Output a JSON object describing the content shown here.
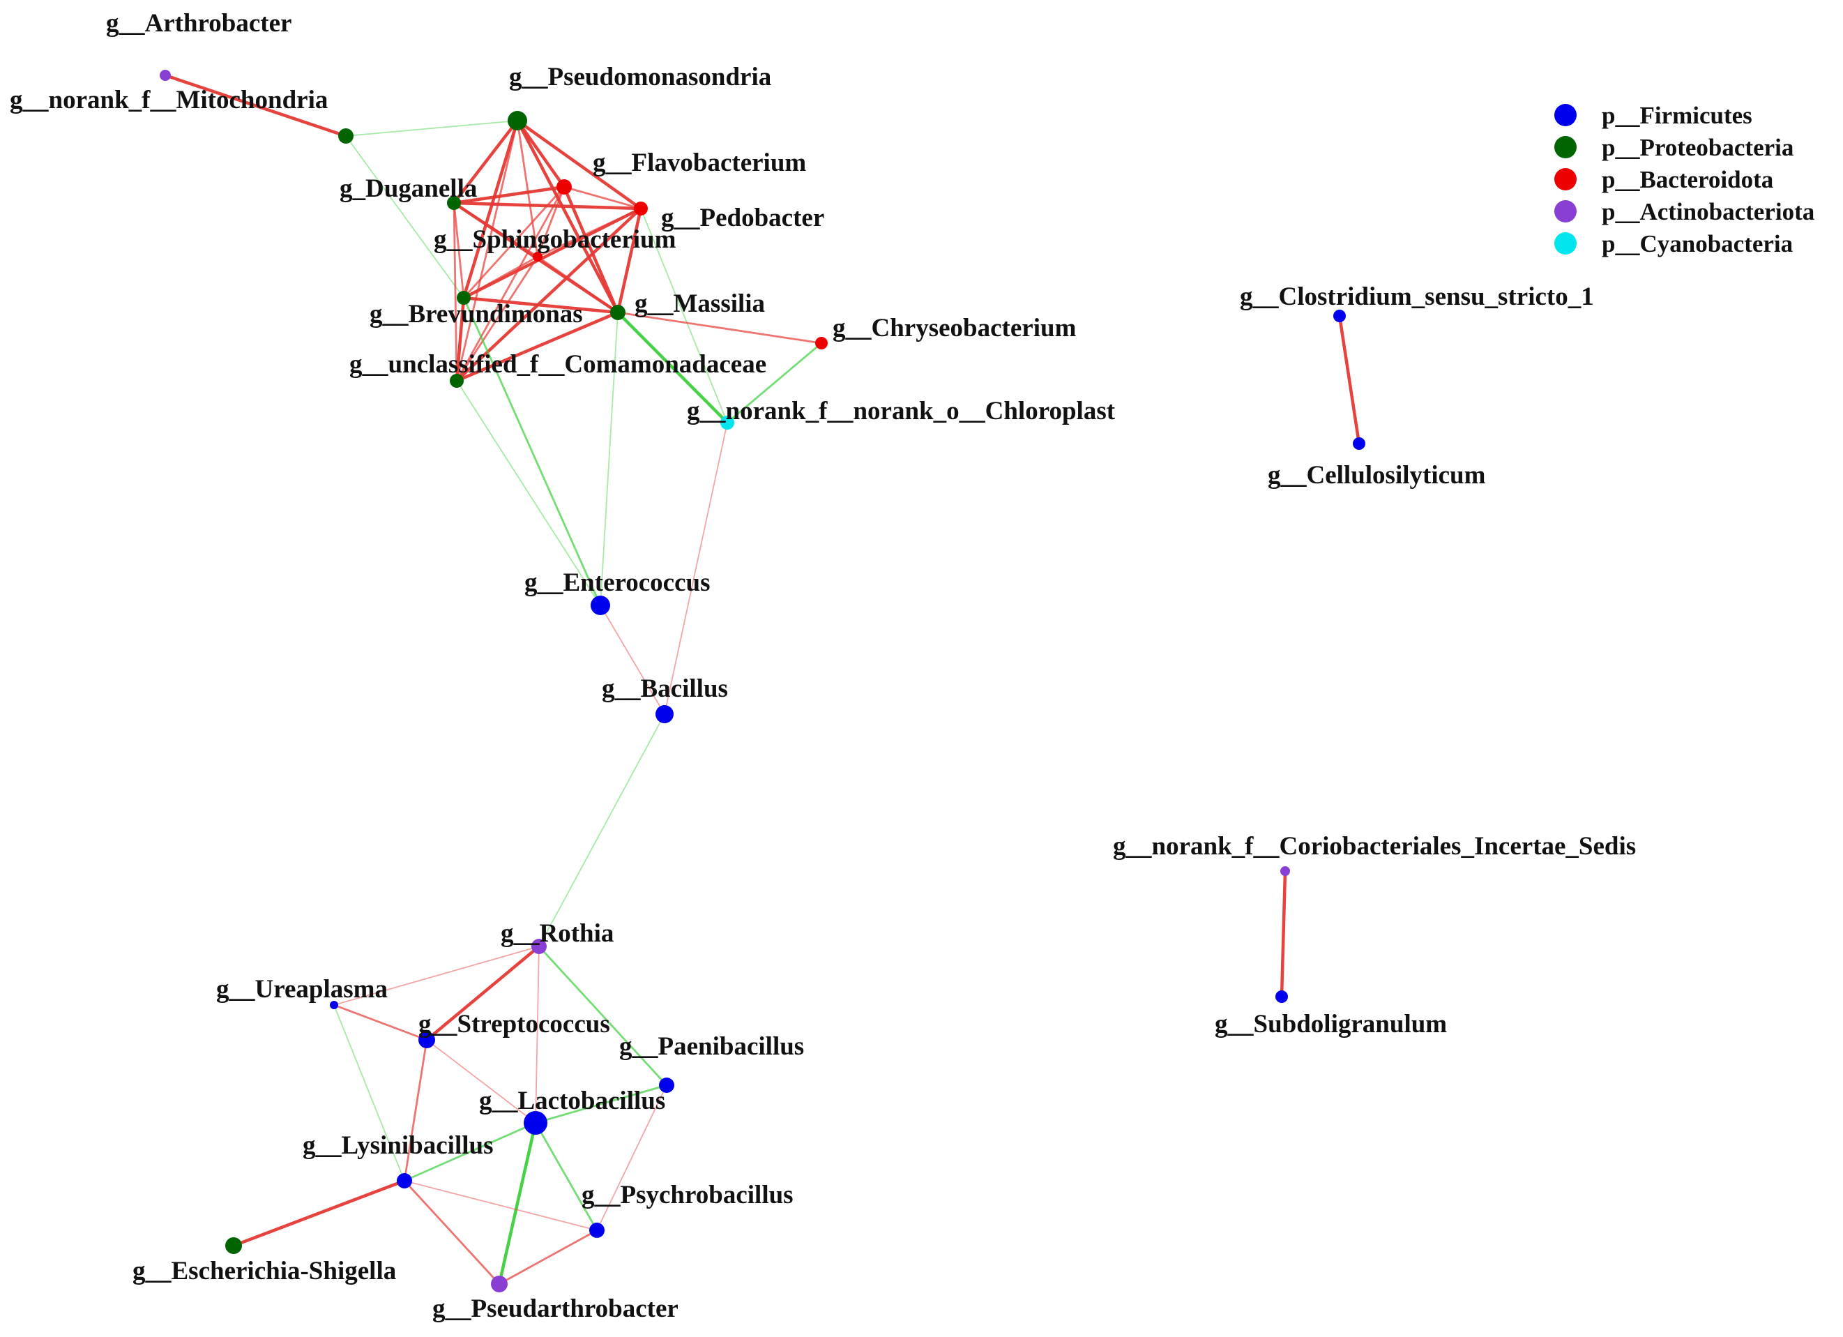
{
  "phylum_colors": {
    "p__Firmicutes": "#0000ee",
    "p__Proteobacteria": "#006400",
    "p__Bacteroidota": "#ee0000",
    "p__Actinobacteriota": "#8a3fd4",
    "p__Cyanobacteria": "#00e5ee"
  },
  "edge_colors": {
    "positive": "#e53935",
    "negative": "#3ccf3c"
  },
  "legend": [
    {
      "label": "p__Firmicutes",
      "phylum": "p__Firmicutes"
    },
    {
      "label": "p__Proteobacteria",
      "phylum": "p__Proteobacteria"
    },
    {
      "label": "p__Bacteroidota",
      "phylum": "p__Bacteroidota"
    },
    {
      "label": "p__Actinobacteriota",
      "phylum": "p__Actinobacteriota"
    },
    {
      "label": "p__Cyanobacteria",
      "phylum": "p__Cyanobacteria"
    }
  ],
  "nodes": [
    {
      "id": "arthro",
      "label": "g__Arthrobacter",
      "phylum": "p__Actinobacteriota"
    },
    {
      "id": "mito",
      "label": "g__norank_f__Mitochondria",
      "phylum": "p__Proteobacteria"
    },
    {
      "id": "pseudo",
      "label": "g__Pseudomonasondria",
      "phylum": "p__Proteobacteria"
    },
    {
      "id": "flavo",
      "label": "g__Flavobacterium",
      "phylum": "p__Bacteroidota"
    },
    {
      "id": "dugan",
      "label": "g_Duganella",
      "phylum": "p__Proteobacteria"
    },
    {
      "id": "pedo",
      "label": "g__Pedobacter",
      "phylum": "p__Bacteroidota"
    },
    {
      "id": "sphingo",
      "label": "g__Sphingobacterium",
      "phylum": "p__Bacteroidota"
    },
    {
      "id": "brevun",
      "label": "g__Brevundimonas",
      "phylum": "p__Proteobacteria"
    },
    {
      "id": "massil",
      "label": "g__Massilia",
      "phylum": "p__Proteobacteria"
    },
    {
      "id": "chryseo",
      "label": "g__Chryseobacterium",
      "phylum": "p__Bacteroidota"
    },
    {
      "id": "comam",
      "label": "g__unclassified_f__Comamonadaceae",
      "phylum": "p__Proteobacteria"
    },
    {
      "id": "chloro",
      "label": "g__norank_f__norank_o__Chloroplast",
      "phylum": "p__Cyanobacteria"
    },
    {
      "id": "entero",
      "label": "g__Enterococcus",
      "phylum": "p__Firmicutes"
    },
    {
      "id": "bacil",
      "label": "g__Bacillus",
      "phylum": "p__Firmicutes"
    },
    {
      "id": "clostr",
      "label": "g__Clostridium_sensu_stricto_1",
      "phylum": "p__Firmicutes"
    },
    {
      "id": "cellu",
      "label": "g__Cellulosilyticum",
      "phylum": "p__Firmicutes"
    },
    {
      "id": "corio",
      "label": "g__norank_f__Coriobacteriales_Incertae_Sedis",
      "phylum": "p__Actinobacteriota"
    },
    {
      "id": "subdo",
      "label": "g__Subdoligranulum",
      "phylum": "p__Firmicutes"
    },
    {
      "id": "rothia",
      "label": "g__Rothia",
      "phylum": "p__Actinobacteriota"
    },
    {
      "id": "urea",
      "label": "g__Ureaplasma",
      "phylum": "p__Firmicutes"
    },
    {
      "id": "strep",
      "label": "g__Streptococcus",
      "phylum": "p__Firmicutes"
    },
    {
      "id": "paeni",
      "label": "g__Paenibacillus",
      "phylum": "p__Firmicutes"
    },
    {
      "id": "lacto",
      "label": "g__Lactobacillus",
      "phylum": "p__Firmicutes"
    },
    {
      "id": "lysin",
      "label": "g__Lysinibacillus",
      "phylum": "p__Firmicutes"
    },
    {
      "id": "psychro",
      "label": "g__Psychrobacillus",
      "phylum": "p__Firmicutes"
    },
    {
      "id": "escher",
      "label": "g__Escherichia-Shigella",
      "phylum": "p__Proteobacteria"
    },
    {
      "id": "pseudar",
      "label": "g__Pseudarthrobacter",
      "phylum": "p__Actinobacteriota"
    }
  ],
  "edges": [
    {
      "source": "arthro",
      "target": "mito",
      "sign": "positive",
      "strength": "strong"
    },
    {
      "source": "mito",
      "target": "pseudo",
      "sign": "negative",
      "strength": "weak"
    },
    {
      "source": "mito",
      "target": "brevun",
      "sign": "negative",
      "strength": "weak"
    },
    {
      "source": "pseudo",
      "target": "flavo",
      "sign": "positive",
      "strength": "strong"
    },
    {
      "source": "pseudo",
      "target": "dugan",
      "sign": "positive",
      "strength": "strong"
    },
    {
      "source": "pseudo",
      "target": "pedo",
      "sign": "positive",
      "strength": "strong"
    },
    {
      "source": "pseudo",
      "target": "sphingo",
      "sign": "positive",
      "strength": "medium"
    },
    {
      "source": "pseudo",
      "target": "brevun",
      "sign": "positive",
      "strength": "strong"
    },
    {
      "source": "pseudo",
      "target": "massil",
      "sign": "positive",
      "strength": "strong"
    },
    {
      "source": "pseudo",
      "target": "comam",
      "sign": "positive",
      "strength": "medium"
    },
    {
      "source": "dugan",
      "target": "flavo",
      "sign": "positive",
      "strength": "strong"
    },
    {
      "source": "dugan",
      "target": "pedo",
      "sign": "positive",
      "strength": "strong"
    },
    {
      "source": "dugan",
      "target": "sphingo",
      "sign": "positive",
      "strength": "medium"
    },
    {
      "source": "dugan",
      "target": "brevun",
      "sign": "positive",
      "strength": "medium"
    },
    {
      "source": "dugan",
      "target": "massil",
      "sign": "positive",
      "strength": "strong"
    },
    {
      "source": "dugan",
      "target": "comam",
      "sign": "positive",
      "strength": "medium"
    },
    {
      "source": "flavo",
      "target": "pedo",
      "sign": "positive",
      "strength": "medium"
    },
    {
      "source": "flavo",
      "target": "sphingo",
      "sign": "positive",
      "strength": "medium"
    },
    {
      "source": "flavo",
      "target": "brevun",
      "sign": "positive",
      "strength": "medium"
    },
    {
      "source": "flavo",
      "target": "massil",
      "sign": "positive",
      "strength": "strong"
    },
    {
      "source": "flavo",
      "target": "comam",
      "sign": "positive",
      "strength": "medium"
    },
    {
      "source": "pedo",
      "target": "sphingo",
      "sign": "positive",
      "strength": "medium"
    },
    {
      "source": "pedo",
      "target": "brevun",
      "sign": "positive",
      "strength": "strong"
    },
    {
      "source": "pedo",
      "target": "massil",
      "sign": "positive",
      "strength": "strong"
    },
    {
      "source": "pedo",
      "target": "comam",
      "sign": "positive",
      "strength": "strong"
    },
    {
      "source": "pedo",
      "target": "chloro",
      "sign": "negative",
      "strength": "weak"
    },
    {
      "source": "sphingo",
      "target": "brevun",
      "sign": "positive",
      "strength": "medium"
    },
    {
      "source": "sphingo",
      "target": "massil",
      "sign": "positive",
      "strength": "medium"
    },
    {
      "source": "sphingo",
      "target": "comam",
      "sign": "positive",
      "strength": "medium"
    },
    {
      "source": "brevun",
      "target": "massil",
      "sign": "positive",
      "strength": "strong"
    },
    {
      "source": "brevun",
      "target": "comam",
      "sign": "positive",
      "strength": "strong"
    },
    {
      "source": "brevun",
      "target": "entero",
      "sign": "negative",
      "strength": "medium"
    },
    {
      "source": "massil",
      "target": "comam",
      "sign": "positive",
      "strength": "strong"
    },
    {
      "source": "massil",
      "target": "chryseo",
      "sign": "positive",
      "strength": "medium"
    },
    {
      "source": "massil",
      "target": "chloro",
      "sign": "negative",
      "strength": "strong"
    },
    {
      "source": "massil",
      "target": "entero",
      "sign": "negative",
      "strength": "weak"
    },
    {
      "source": "comam",
      "target": "entero",
      "sign": "negative",
      "strength": "weak"
    },
    {
      "source": "chryseo",
      "target": "chloro",
      "sign": "negative",
      "strength": "medium"
    },
    {
      "source": "chloro",
      "target": "bacil",
      "sign": "positive",
      "strength": "weak"
    },
    {
      "source": "entero",
      "target": "bacil",
      "sign": "positive",
      "strength": "weak"
    },
    {
      "source": "bacil",
      "target": "rothia",
      "sign": "negative",
      "strength": "weak"
    },
    {
      "source": "clostr",
      "target": "cellu",
      "sign": "positive",
      "strength": "strong"
    },
    {
      "source": "corio",
      "target": "subdo",
      "sign": "positive",
      "strength": "strong"
    },
    {
      "source": "rothia",
      "target": "urea",
      "sign": "positive",
      "strength": "weak"
    },
    {
      "source": "rothia",
      "target": "strep",
      "sign": "positive",
      "strength": "strong"
    },
    {
      "source": "rothia",
      "target": "paeni",
      "sign": "negative",
      "strength": "medium"
    },
    {
      "source": "rothia",
      "target": "lacto",
      "sign": "positive",
      "strength": "weak"
    },
    {
      "source": "urea",
      "target": "strep",
      "sign": "positive",
      "strength": "medium"
    },
    {
      "source": "urea",
      "target": "lysin",
      "sign": "negative",
      "strength": "weak"
    },
    {
      "source": "strep",
      "target": "lacto",
      "sign": "positive",
      "strength": "weak"
    },
    {
      "source": "strep",
      "target": "lysin",
      "sign": "positive",
      "strength": "medium"
    },
    {
      "source": "paeni",
      "target": "lacto",
      "sign": "negative",
      "strength": "medium"
    },
    {
      "source": "paeni",
      "target": "psychro",
      "sign": "positive",
      "strength": "weak"
    },
    {
      "source": "lacto",
      "target": "lysin",
      "sign": "negative",
      "strength": "medium"
    },
    {
      "source": "lacto",
      "target": "psychro",
      "sign": "negative",
      "strength": "medium"
    },
    {
      "source": "lacto",
      "target": "pseudar",
      "sign": "negative",
      "strength": "strong"
    },
    {
      "source": "lysin",
      "target": "escher",
      "sign": "positive",
      "strength": "strong"
    },
    {
      "source": "lysin",
      "target": "psychro",
      "sign": "positive",
      "strength": "weak"
    },
    {
      "source": "lysin",
      "target": "pseudar",
      "sign": "positive",
      "strength": "medium"
    },
    {
      "source": "pseudar",
      "target": "psychro",
      "sign": "positive",
      "strength": "medium"
    }
  ]
}
